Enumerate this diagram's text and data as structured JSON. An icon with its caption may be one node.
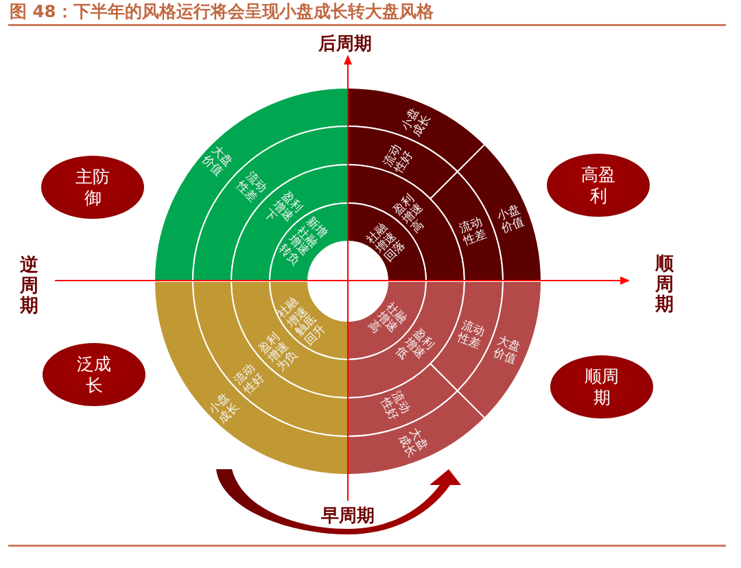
{
  "diagram": {
    "title": "图 48：下半年的风格运行将会呈现小盘成长转大盘风格",
    "nodes": [
      {
        "text": [
          "主防御"
        ]
      },
      {
        "text": [
          "大盘价值"
        ]
      },
      {
        "text": [
          "流动性差"
        ]
      },
      {
        "text": [
          "盈利增速下"
        ]
      },
      {
        "text": [
          "新增社融增速转负"
        ]
      },
      {
        "text": [
          "小盘成长"
        ]
      },
      {
        "text": [
          "流动性好"
        ]
      },
      {
        "text": [
          "盈利增速高"
        ]
      },
      {
        "text": [
          "社融增速回落"
        ]
      },
      {
        "text": [
          "流动性差"
        ]
      },
      {
        "text": [
          "小盘价值"
        ]
      },
      {
        "text": [
          "高盈利"
        ]
      },
      {
        "text": [
          "泛成长"
        ]
      },
      {
        "text": [
          "社融增速触底回升"
        ]
      },
      {
        "text": [
          "盈利增速为负"
        ]
      },
      {
        "text": [
          "流动性好"
        ]
      },
      {
        "text": [
          "小盘成长"
        ]
      },
      {
        "text": [
          "社融增速高"
        ]
      },
      {
        "text": [
          "盈利增速低"
        ]
      },
      {
        "text": [
          "流动性差"
        ]
      },
      {
        "text": [
          "大盘价值"
        ]
      },
      {
        "text": [
          "流动性好"
        ]
      },
      {
        "text": [
          "大盘成长"
        ]
      },
      {
        "text": [
          "顺周期"
        ]
      }
    ],
    "labels": [
      "后周期",
      "逆周期",
      "顺周期",
      "早周期"
    ]
  }
}
